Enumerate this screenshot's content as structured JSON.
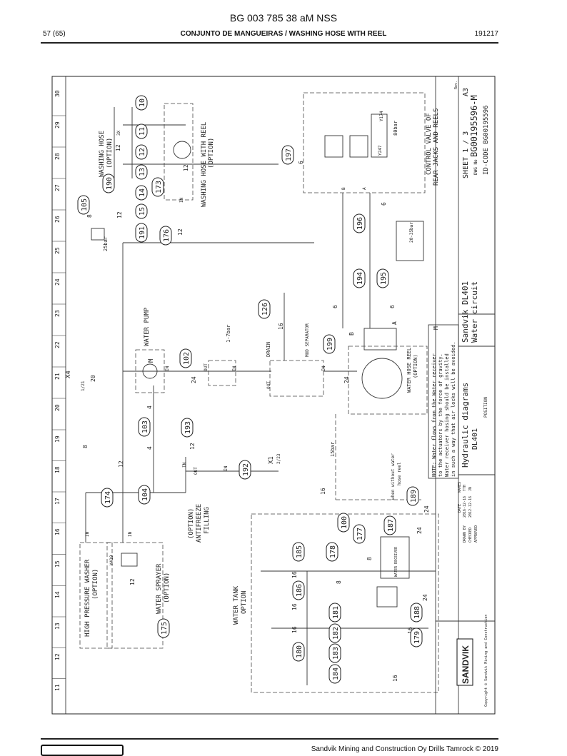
{
  "header": {
    "title": "BG 003 785 38 aM NSS",
    "page": "57 (65)",
    "subtitle": "CONJUNTO DE MANGUEIRAS / WASHING HOSE WITH REEL",
    "date": "191217"
  },
  "footer": {
    "text": "Sandvik Mining and Construction Oy Drills Tamrock © 2019"
  },
  "ruler": [
    "11",
    "12",
    "13",
    "14",
    "15",
    "16",
    "17",
    "18",
    "19",
    "20",
    "21",
    "22",
    "23",
    "24",
    "25",
    "26",
    "27",
    "28",
    "29",
    "30"
  ],
  "callouts": [
    "10",
    "11",
    "12",
    "13",
    "14",
    "15",
    "100",
    "102",
    "103",
    "104",
    "105",
    "126",
    "173",
    "174",
    "175",
    "176",
    "177",
    "178",
    "179",
    "180",
    "181",
    "182",
    "183",
    "184",
    "185",
    "186",
    "187",
    "188",
    "189",
    "190",
    "191",
    "192",
    "193",
    "194",
    "195",
    "196",
    "197",
    "199"
  ],
  "labels": {
    "washing_hose": "WASHING HOSE",
    "option": "(OPTION)",
    "washing_hose_reel": "WASHING HOSE WITH REEL",
    "water_pump": "WATER PUMP",
    "drain": "DRAIN",
    "mud_separator": "MUD SEPARATOR",
    "water_hose_reel": "WATER HOSE REEL",
    "control_valve_1": "CONTROL VALVE OF",
    "control_valve_2": "REAR JACKS AND REELS",
    "hp_washer": "HIGH PRESSURE WASHER",
    "water_sprayer": "WATER SPRAYER",
    "antifreeze_1": "(OPTION)",
    "antifreeze_2": "ANTIFREEZE",
    "antifreeze_3": "FILLING",
    "water_tank": "WATER TANK",
    "water_tank_opt": "OPTION",
    "water_receiver": "WATER RECEIVER",
    "when_without": "when without water",
    "hose_reel": "hose reel",
    "note_1": "NOTE: Water flows from the Water receiver",
    "note_2": "to the actuators by the force of gravity.",
    "note_3": "Water receiver hosing should be installed",
    "note_4": "in such a way that air locks will be avoided.",
    "pump_25bar": "25bar",
    "bar_15": "15bar",
    "bar_80": "80bar",
    "bar_1_7": "1-7bar",
    "bar_20_35": "20-35bar",
    "x4": "X4",
    "x4_ref": "1/21",
    "x1": "X1",
    "x1_ref": "2/23",
    "in": "IN",
    "out": "OUT",
    "port_a": "A",
    "port_b": "B",
    "m": "M",
    "y247": "Y247",
    "y174": "Y174",
    "y419": "Y419"
  },
  "size_labels": [
    "8",
    "12",
    "16",
    "20",
    "24",
    "4",
    "6",
    "3X"
  ],
  "title_block": {
    "company": "SANDVIK",
    "project": "Sandvik DL401",
    "circuit": "Water circuit",
    "drawing": "Hydraulic diagrams",
    "model": "DL401",
    "position_label": "POSITION",
    "sheet": "SHEET  1 / 3",
    "size": "A3",
    "dwg_label": "DWG No",
    "dwg_no": "BG00195596-M",
    "id_code": "ID-CODE BG00195596",
    "rev_label": "Rev.",
    "drawn_label": "DRAWN BY",
    "drawn_date": "2016-12-16",
    "drawn_name": "TTH",
    "checked_label": "CHECKED",
    "checked_date": "2012-12-16",
    "checked_name": "JN",
    "approved_label": "APPROVED",
    "date_label": "DATE",
    "name_label": "NAMES",
    "copyright": "Copyright © Sandvik Mining and Construction"
  }
}
